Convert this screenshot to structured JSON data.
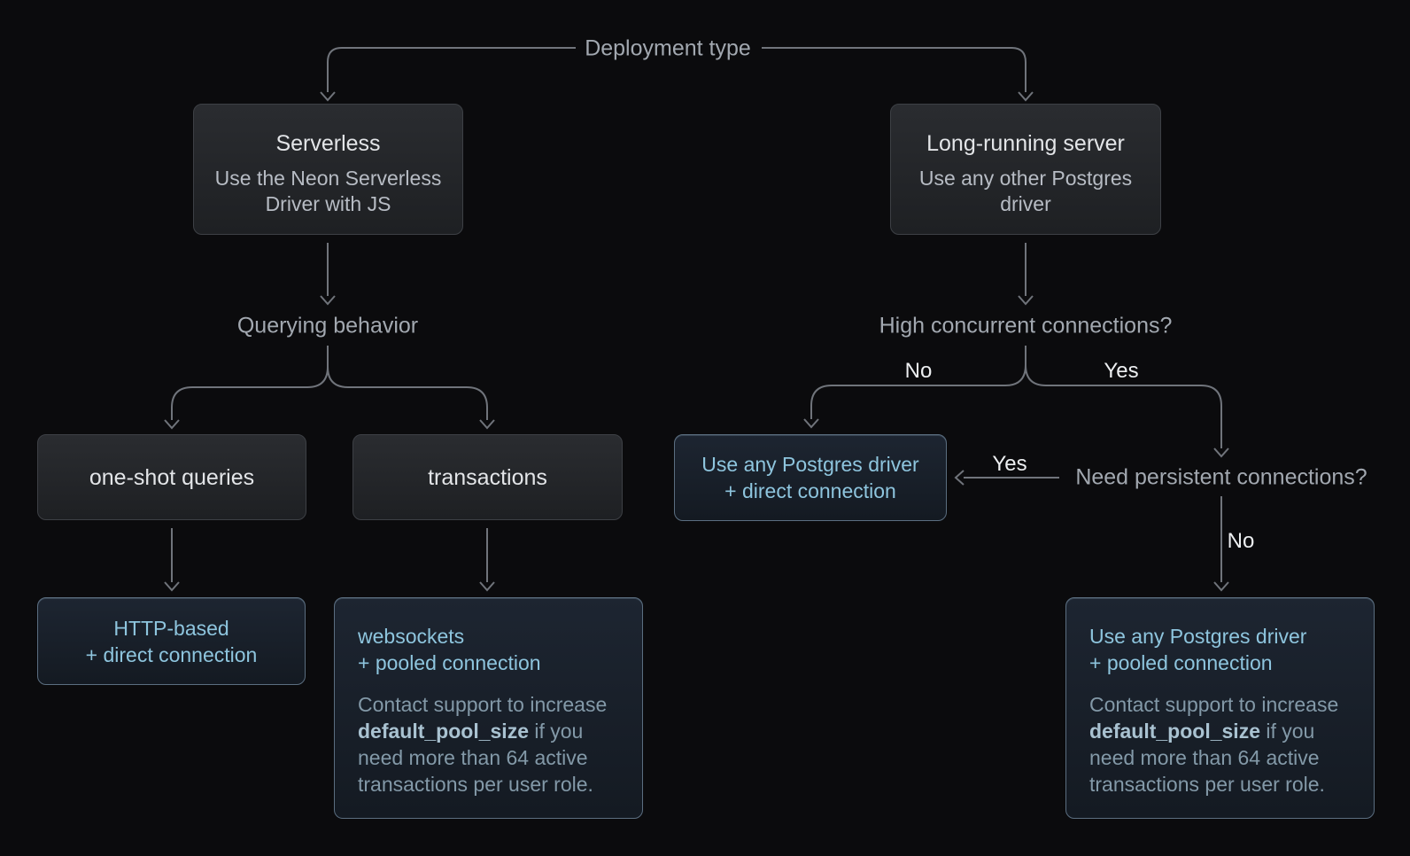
{
  "colors": {
    "page_bg": "#0b0b0d",
    "line": "#70747b",
    "label_text": "#a2a8b0",
    "edge_label_text": "#edeff1",
    "box_bg_top": "#2a2c30",
    "box_bg_bottom": "#1e2023",
    "box_border": "#3d4045",
    "box_title": "#e3e5e8",
    "box_subtitle": "#b7bcc4",
    "accent_bg_top": "#1d2531",
    "accent_bg_bottom": "#141a22",
    "accent_border": "#5b6e80",
    "accent_text": "#8ec5de",
    "accent_muted": "#8399a8",
    "accent_code": "#a9c2d1"
  },
  "labels": {
    "deployment_type": "Deployment type",
    "querying_behavior": "Querying behavior",
    "high_concurrent": "High concurrent connections?",
    "need_persistent": "Need persistent connections?"
  },
  "edge_labels": {
    "concurrent_no": "No",
    "concurrent_yes": "Yes",
    "persistent_yes": "Yes",
    "persistent_no": "No"
  },
  "boxes": {
    "serverless": {
      "title": "Serverless",
      "subtitle": "Use the Neon Serverless Driver with JS"
    },
    "long_running": {
      "title": "Long-running server",
      "subtitle": "Use any other Postgres driver"
    },
    "one_shot": {
      "title": "one-shot queries"
    },
    "transactions": {
      "title": "transactions"
    },
    "direct": {
      "line1": "Use any Postgres driver",
      "line2": "+ direct connection"
    },
    "http": {
      "line1": "HTTP-based",
      "line2": "+ direct connection"
    },
    "websockets": {
      "line1": "websockets",
      "line2": "+ pooled connection"
    },
    "pooled": {
      "line1": "Use any Postgres driver",
      "line2": "+ pooled connection"
    }
  },
  "pool_note": {
    "prefix": "Contact support to increase ",
    "code": "default_pool_size",
    "suffix": " if you need more than 64 active transactions per user role."
  }
}
